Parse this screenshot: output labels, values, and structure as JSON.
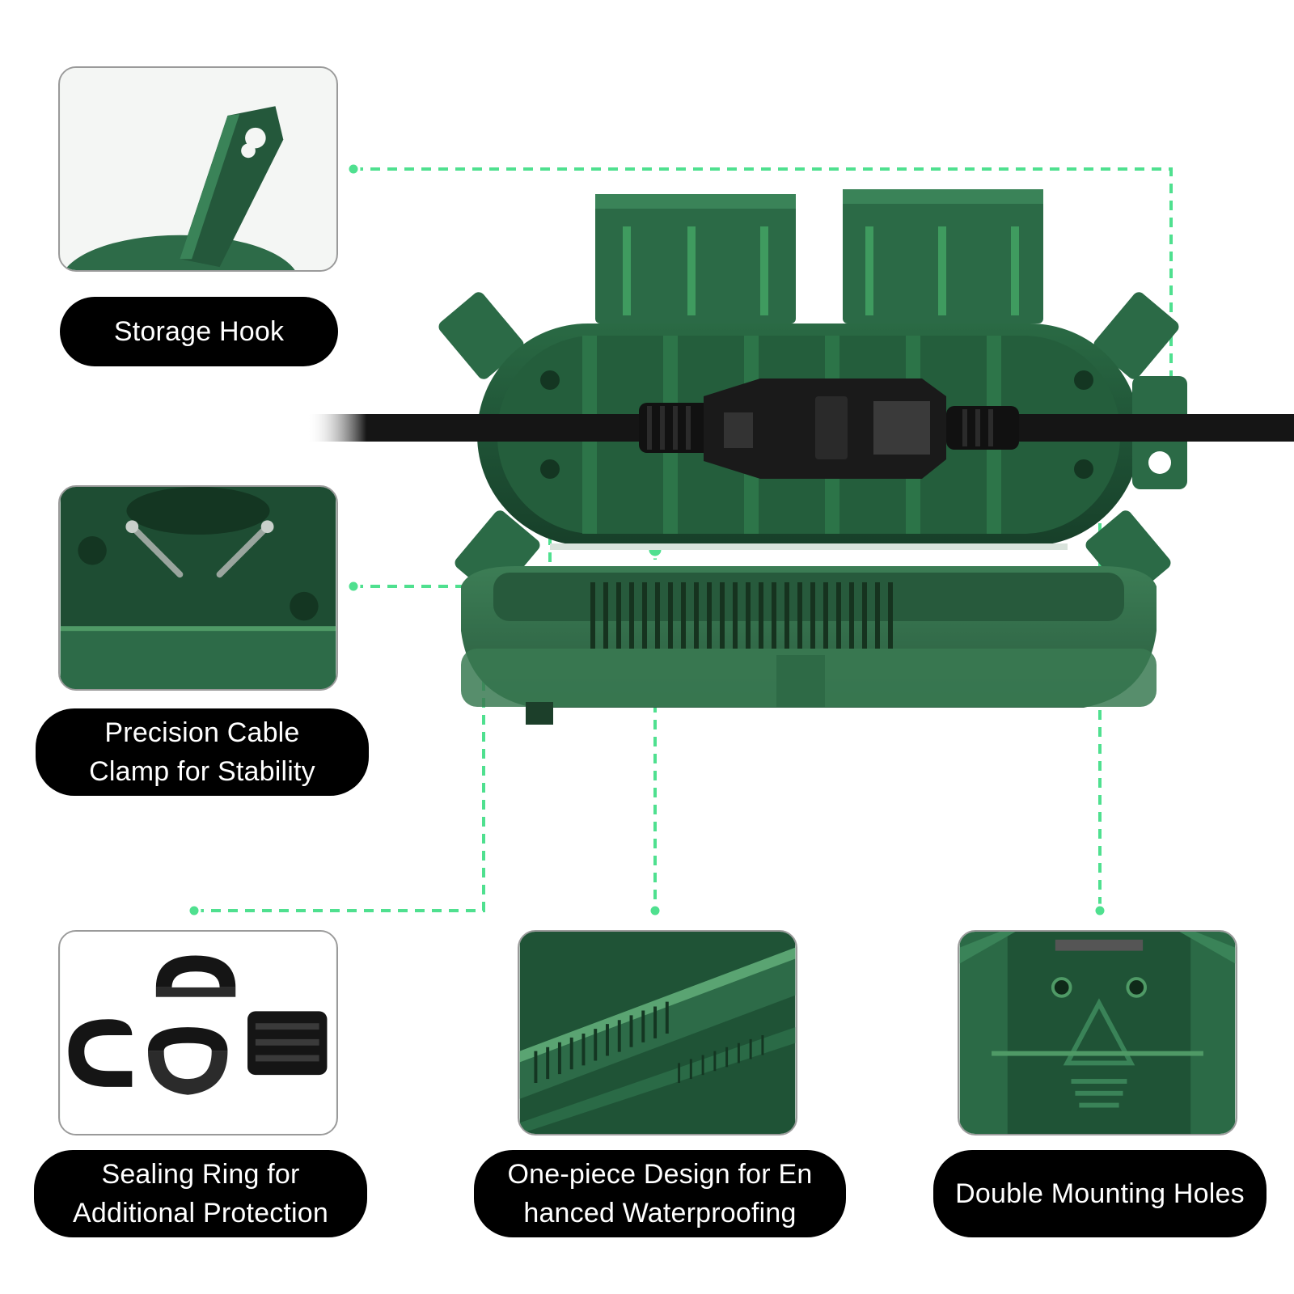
{
  "colors": {
    "leader_green": "#4fe08f",
    "housing_dark": "#1f4f34",
    "housing_mid": "#2f7048",
    "housing_light": "#4f9a66",
    "cable": "#151515",
    "pill_bg": "#000000",
    "pill_text": "#ffffff",
    "card_border": "#9a9a9a"
  },
  "features": [
    {
      "id": "storage-hook",
      "label": "Storage Hook",
      "icon": "storage-hook-photo"
    },
    {
      "id": "cable-clamp",
      "label": "Precision Cable\nClamp for Stability",
      "icon": "cable-clamp-photo"
    },
    {
      "id": "sealing-ring",
      "label": "Sealing Ring for\nAdditional Protection",
      "icon": "sealing-ring-photo"
    },
    {
      "id": "one-piece",
      "label": "One-piece Design for En\nhanced Waterproofing",
      "icon": "one-piece-photo"
    },
    {
      "id": "mounting-holes",
      "label": "Double Mounting Holes",
      "icon": "mounting-holes-photo"
    }
  ]
}
